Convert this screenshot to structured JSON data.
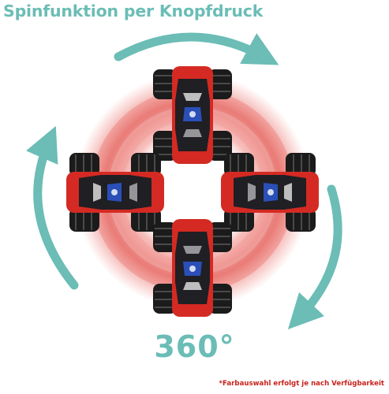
{
  "headline": "Spinfunktion per Knopfdruck",
  "rotation_label": "360°",
  "footnote": "*Farbauswahl erfolgt je nach Verfügbarkeit",
  "colors": {
    "accent": "#6bbdb6",
    "car_body": "#d42a23",
    "glow": "#e8473f",
    "tire": "#1b1b1b",
    "footnote": "#c8221b"
  },
  "icons": [
    "rotate-arrow-icon",
    "stunt-car-icon"
  ]
}
